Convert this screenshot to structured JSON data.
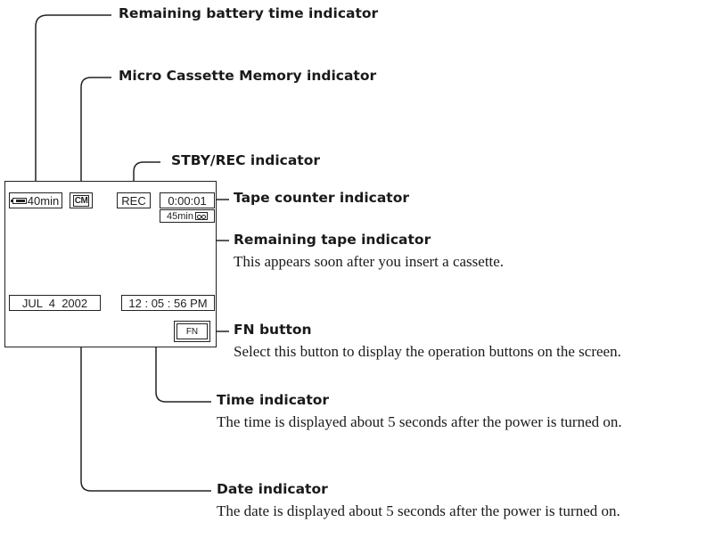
{
  "screen": {
    "battery": "40min",
    "mcm_icon": "CM",
    "rec": "REC",
    "counter": "0:00:01",
    "remaining_tape": "45min",
    "date": "JUL  4  2002",
    "time": "12 : 05 : 56 PM",
    "fn": "FN"
  },
  "callouts": {
    "battery": {
      "title": "Remaining battery time indicator"
    },
    "mcm": {
      "title": "Micro Cassette Memory indicator"
    },
    "stby": {
      "title": "STBY/REC indicator"
    },
    "counter": {
      "title": "Tape counter indicator"
    },
    "remain": {
      "title": "Remaining tape indicator",
      "desc": "This appears soon after you insert a cassette."
    },
    "fn": {
      "title": "FN button",
      "desc": "Select this button to display the operation buttons on the screen."
    },
    "time": {
      "title": "Time indicator",
      "desc": "The time is displayed about 5 seconds after the power is turned on."
    },
    "date": {
      "title": "Date indicator",
      "desc": "The date is displayed about 5 seconds after the power is turned on."
    }
  },
  "icons": [
    "battery-icon",
    "cassette-memory-icon",
    "cassette-icon"
  ]
}
